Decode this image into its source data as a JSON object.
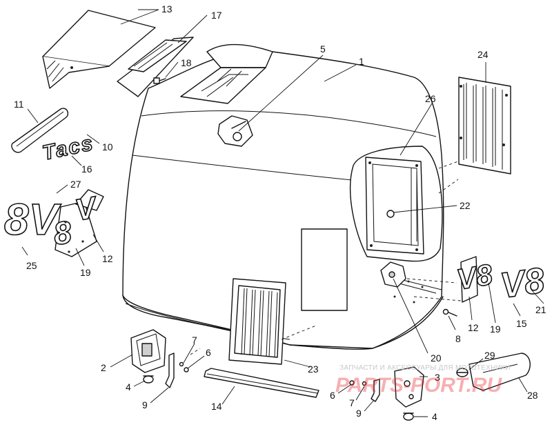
{
  "callouts": {
    "n1": "1",
    "n2": "2",
    "n3": "3",
    "n4a": "4",
    "n4b": "4",
    "n5": "5",
    "n6a": "6",
    "n6b": "6",
    "n7a": "7",
    "n7b": "7",
    "n8": "8",
    "n9a": "9",
    "n9b": "9",
    "n10": "10",
    "n11": "11",
    "n12a": "12",
    "n12b": "12",
    "n13": "13",
    "n14": "14",
    "n15": "15",
    "n16": "16",
    "n17": "17",
    "n18": "18",
    "n19a": "19",
    "n19b": "19",
    "n20": "20",
    "n21": "21",
    "n22": "22",
    "n23": "23",
    "n24": "24",
    "n25": "25",
    "n26": "26",
    "n27": "27",
    "n28": "28",
    "n29": "29"
  },
  "decals": {
    "v8_big": "8V",
    "v8_side_a": "V8",
    "v8_side_b": "V8"
  },
  "logos": {
    "brand_wordmark": "Tacs",
    "watermark_logo": "PARTS-PORT.RU"
  },
  "watermark": {
    "caption": "ЗАПЧАСТИ И АКСЕССУАРЫ ДЛЯ МОТОТЕХНИКИ"
  },
  "colors": {
    "line": "#111111",
    "watermark_red": "#ea1d24",
    "watermark_gray": "#c8c8c8"
  }
}
